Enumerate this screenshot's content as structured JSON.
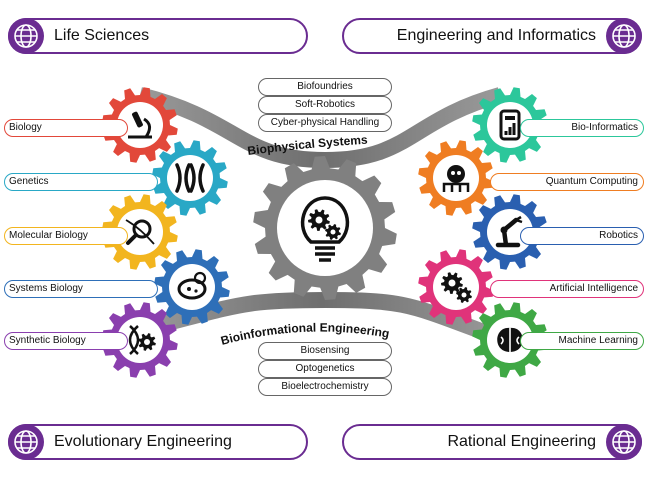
{
  "banners": {
    "top_left": "Life Sciences",
    "top_right": "Engineering and Informatics",
    "bottom_left": "Evolutionary Engineering",
    "bottom_right": "Rational Engineering"
  },
  "biophysical": {
    "title": "Biophysical Systems",
    "items": [
      "Biofoundries",
      "Soft-Robotics",
      "Cyber-physical Handling"
    ]
  },
  "bioinformational": {
    "title": "Bioinformational Engineering",
    "items": [
      "Biosensing",
      "Optogenetics",
      "Bioelectrochemistry"
    ]
  },
  "left_fields": [
    {
      "label": "Biology",
      "color": "#e2483a",
      "icon": "microscope-icon"
    },
    {
      "label": "Genetics",
      "color": "#29a8c6",
      "icon": "chromosome-icon"
    },
    {
      "label": "Molecular Biology",
      "color": "#f2b51f",
      "icon": "dna-magnifier-icon"
    },
    {
      "label": "Systems Biology",
      "color": "#2e6fb8",
      "icon": "petri-dish-icon"
    },
    {
      "label": "Synthetic Biology",
      "color": "#8a3fae",
      "icon": "dna-gear-icon"
    }
  ],
  "right_fields": [
    {
      "label": "Bio-Informatics",
      "color": "#2cc79b",
      "icon": "device-chart-icon"
    },
    {
      "label": "Quantum Computing",
      "color": "#ef7d22",
      "icon": "quantum-chip-icon"
    },
    {
      "label": "Robotics",
      "color": "#2a5fb0",
      "icon": "robot-arm-icon"
    },
    {
      "label": "Artificial Intelligence",
      "color": "#e0337a",
      "icon": "gears-icon"
    },
    {
      "label": "Machine Learning",
      "color": "#3fa845",
      "icon": "brain-icon"
    }
  ],
  "center": {
    "icon": "lightbulb-gear-icon",
    "color": "#808080"
  }
}
